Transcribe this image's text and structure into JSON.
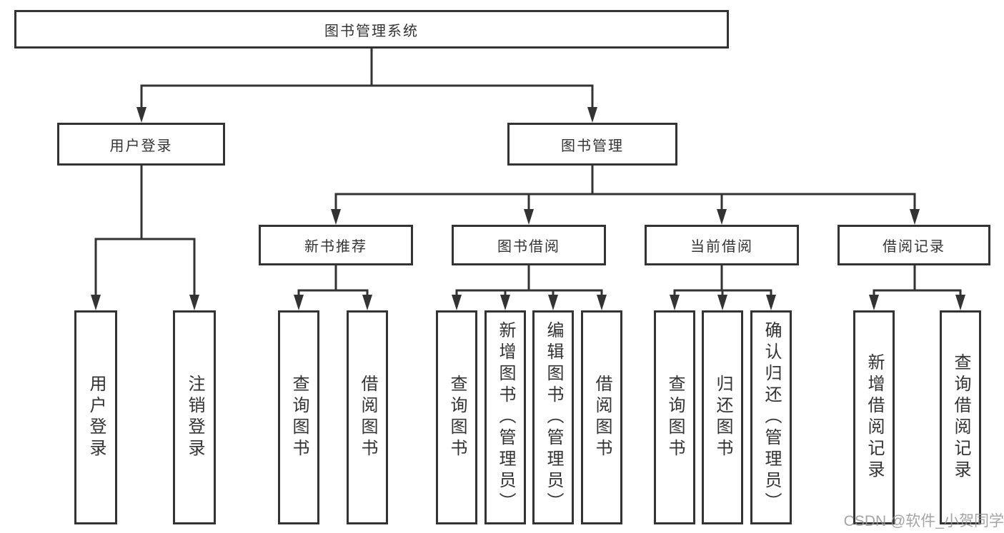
{
  "diagram": {
    "type": "tree",
    "root": {
      "label": "图书管理系统"
    },
    "branches": [
      {
        "label": "用户登录",
        "children": [
          {
            "label": "用户登录"
          },
          {
            "label": "注销登录"
          }
        ]
      },
      {
        "label": "图书管理",
        "children": [
          {
            "label": "新书推荐",
            "children": [
              {
                "label": "查询图书"
              },
              {
                "label": "借阅图书"
              }
            ]
          },
          {
            "label": "图书借阅",
            "children": [
              {
                "label": "查询图书"
              },
              {
                "label": "新增图书（管理员）"
              },
              {
                "label": "编辑图书（管理员）"
              },
              {
                "label": "借阅图书"
              }
            ]
          },
          {
            "label": "当前借阅",
            "children": [
              {
                "label": "查询图书"
              },
              {
                "label": "归还图书"
              },
              {
                "label": "确认归还（管理员）"
              }
            ]
          },
          {
            "label": "借阅记录",
            "children": [
              {
                "label": "新增借阅记录"
              },
              {
                "label": "查询借阅记录"
              }
            ]
          }
        ]
      }
    ]
  },
  "colors": {
    "line": "#333333",
    "box_border": "#333333",
    "box_fill": "#ffffff",
    "text": "#333333",
    "watermark": "#949494",
    "background": "#ffffff"
  },
  "watermark": {
    "text": "CSDN @软件_小贺同学"
  }
}
